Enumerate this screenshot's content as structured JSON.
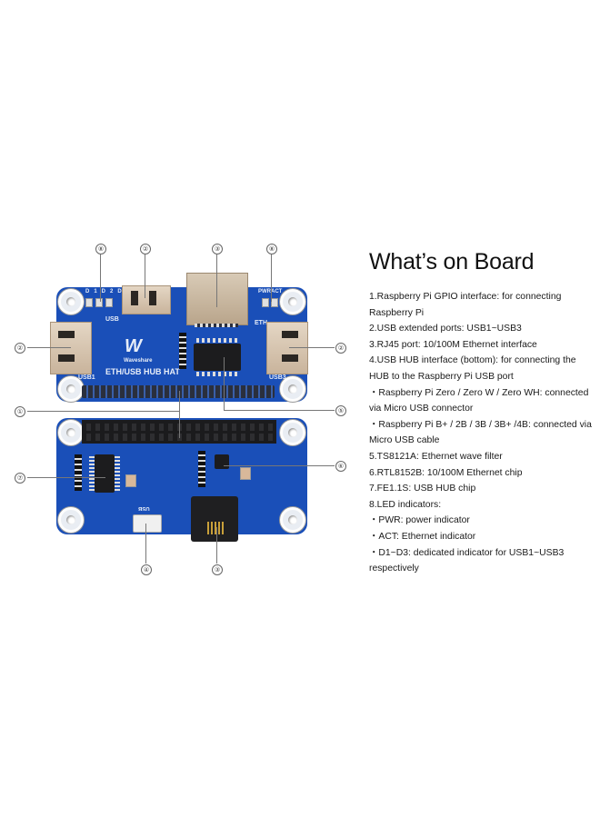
{
  "heading": "What’s on Board",
  "description_lines": [
    "1.Raspberry Pi GPIO interface: for connecting",
    "Raspberry Pi",
    "2.USB extended ports: USB1~USB3",
    "3.RJ45 port: 10/100M Ethernet interface",
    "4.USB HUB interface (bottom): for connecting the",
    "HUB to the Raspberry Pi USB port",
    " ・Raspberry Pi Zero / Zero W / Zero WH: connected",
    "via Micro USB connector",
    " ・Raspberry Pi B+ / 2B / 3B / 3B+ /4B: connected via",
    "Micro USB cable",
    "5.TS8121A: Ethernet wave filter",
    "6.RTL8152B: 10/100M Ethernet chip",
    "7.FE1.1S: USB HUB chip",
    "8.LED indicators:",
    " ・PWR: power indicator",
    " ・ACT: Ethernet indicator",
    " ・D1~D3: dedicated indicator for USB1~USB3",
    "respectively"
  ],
  "callouts": {
    "top_led_left": "⑧",
    "top_usb2": "②",
    "top_rj45": "③",
    "top_led_right": "⑧",
    "left_usb1": "②",
    "right_usb3": "②",
    "gpio": "①",
    "filter": "⑤",
    "hub_chip": "⑦",
    "eth_chip": "⑥",
    "micro_usb": "④",
    "rj45_bottom": "③"
  },
  "board_top": {
    "led_labels": [
      "D1",
      "D2",
      "D3"
    ],
    "usb_label": "USB",
    "pwr_act_label": "PWRACT",
    "eth_label": "ETH",
    "usb1_label": "USB1",
    "usb3_label": "USB3",
    "brand": "Waveshare",
    "product": "ETH/USB HUB HAT"
  },
  "board_bottom": {
    "usb_label": "USB"
  },
  "colors": {
    "pcb": "#1a4fb8",
    "text": "#1a1a1a",
    "background": "#ffffff"
  }
}
